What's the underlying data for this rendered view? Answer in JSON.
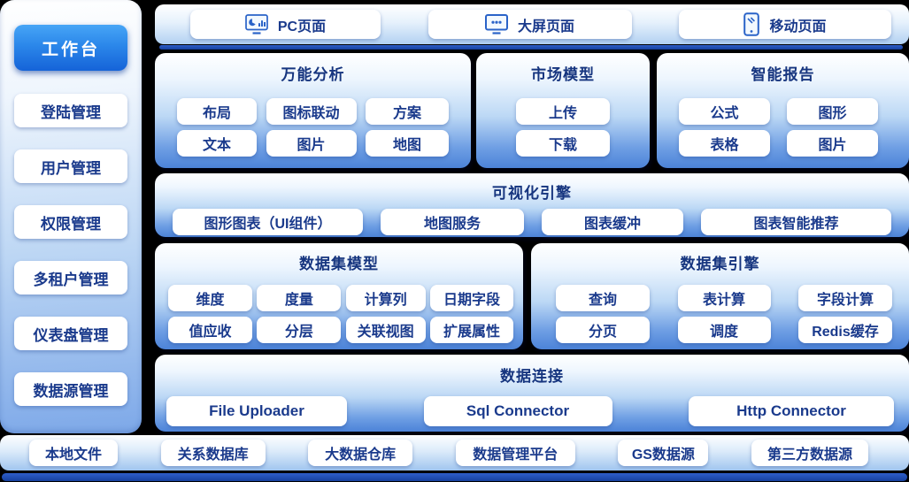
{
  "colors": {
    "text_navy": "#1a3a8c",
    "active_button_top": "#47a5f6",
    "active_button_bottom": "#1563d8",
    "panel_blue": "#4c83d8",
    "edge_strip_blue": "#1e4ab2",
    "icon_blue": "#2a63c8"
  },
  "sidebar": {
    "active_item": {
      "label": "工作台"
    },
    "items": [
      {
        "label": "登陆管理"
      },
      {
        "label": "用户管理"
      },
      {
        "label": "权限管理"
      },
      {
        "label": "多租户管理"
      },
      {
        "label": "仪表盘管理"
      },
      {
        "label": "数据源管理"
      }
    ]
  },
  "top_bar": {
    "items": [
      {
        "label": "PC页面",
        "icon": "monitor-chart-icon"
      },
      {
        "label": "大屏页面",
        "icon": "monitor-dots-icon"
      },
      {
        "label": "移动页面",
        "icon": "mobile-phone-icon"
      }
    ]
  },
  "panels": {
    "analysis": {
      "title": "万能分析",
      "buttons": [
        "布局",
        "图标联动",
        "方案",
        "文本",
        "图片",
        "地图"
      ]
    },
    "market": {
      "title": "市场模型",
      "buttons": [
        "上传",
        "下载"
      ]
    },
    "report": {
      "title": "智能报告",
      "buttons": [
        "公式",
        "图形",
        "表格",
        "图片"
      ]
    },
    "visual_engine": {
      "title": "可视化引擎",
      "buttons": [
        "图形图表（UI组件）",
        "地图服务",
        "图表缓冲",
        "图表智能推荐"
      ]
    },
    "dataset_model": {
      "title": "数据集模型",
      "buttons": [
        "维度",
        "度量",
        "计算列",
        "日期字段",
        "值应收",
        "分层",
        "关联视图",
        "扩展属性"
      ]
    },
    "dataset_engine": {
      "title": "数据集引擎",
      "buttons": [
        "查询",
        "表计算",
        "字段计算",
        "分页",
        "调度",
        "Redis缓存"
      ]
    },
    "data_connect": {
      "title": "数据连接",
      "buttons": [
        "File Uploader",
        "Sql Connector",
        "Http Connector"
      ]
    }
  },
  "bottom_bar": {
    "items": [
      "本地文件",
      "关系数据库",
      "大数据仓库",
      "数据管理平台",
      "GS数据源",
      "第三方数据源"
    ]
  }
}
